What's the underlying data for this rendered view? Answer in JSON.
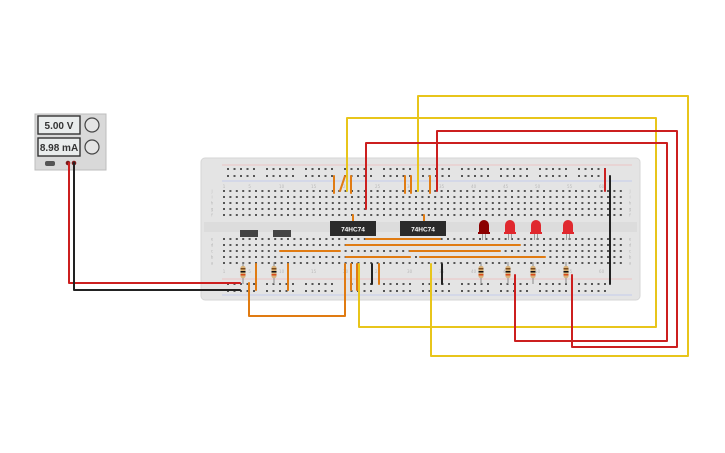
{
  "power_supply": {
    "voltage": "5.00 V",
    "current": "8.98 mA"
  },
  "chips": [
    {
      "label": "74HC74"
    },
    {
      "label": "74HC74"
    }
  ],
  "leds": [
    {
      "color": "#8b0000"
    },
    {
      "color": "#e0282e"
    },
    {
      "color": "#e0282e"
    },
    {
      "color": "#e0282e"
    }
  ],
  "breadboard": {
    "column_numbers": [
      "1",
      "5",
      "10",
      "15",
      "20",
      "25",
      "30",
      "35",
      "40",
      "45",
      "50",
      "55",
      "60"
    ],
    "row_letters_top": [
      "j",
      "i",
      "h",
      "g",
      "f"
    ],
    "row_letters_bottom": [
      "e",
      "d",
      "c",
      "b",
      "a"
    ]
  },
  "colors": {
    "wire_red": "#cc1f1f",
    "wire_black": "#222222",
    "wire_yellow": "#e8c51b",
    "wire_orange": "#e07b12",
    "board": "#e4e4e4"
  }
}
